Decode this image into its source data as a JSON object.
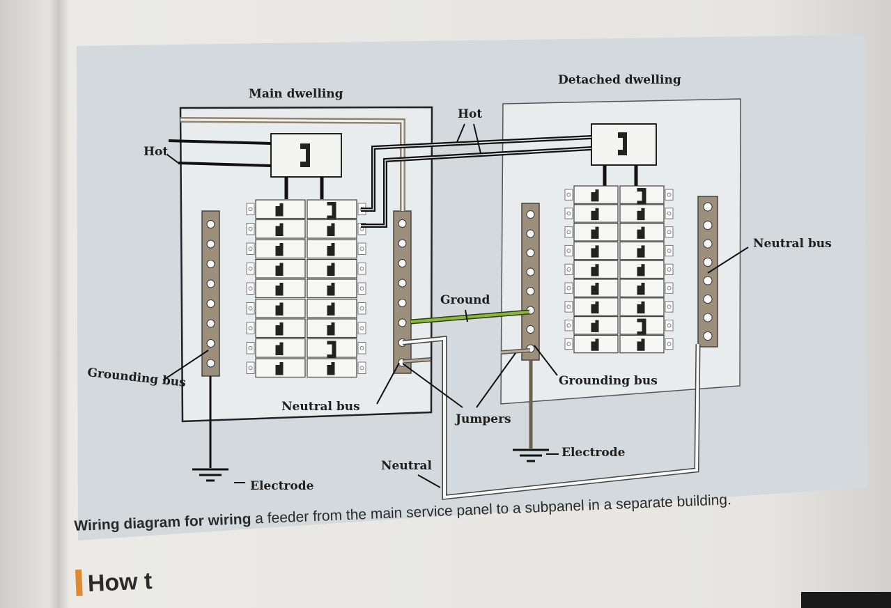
{
  "diagram": {
    "main_title": "Main dwelling",
    "detached_title": "Detached dwelling",
    "hot_left": "Hot",
    "hot_top": "Hot",
    "ground": "Ground",
    "neutral_bus_main": "Neutral bus",
    "neutral_bus_detached": "Neutral bus",
    "grounding_bus_main": "Grounding bus",
    "grounding_bus_detached": "Grounding bus",
    "jumpers": "Jumpers",
    "electrode_main": "Electrode",
    "electrode_detached": "Electrode",
    "neutral": "Neutral"
  },
  "caption": {
    "bold_part": "Wiring diagram for wiring",
    "rest": " a feeder from the main service panel to a subpanel in a separate building."
  },
  "heading": {
    "text": "How t"
  },
  "colors": {
    "bus": "#9c8f7b",
    "ground_wire": "#7ea63a",
    "diagram_bg": "#d3d9dc",
    "hot_wire": "#111111"
  }
}
